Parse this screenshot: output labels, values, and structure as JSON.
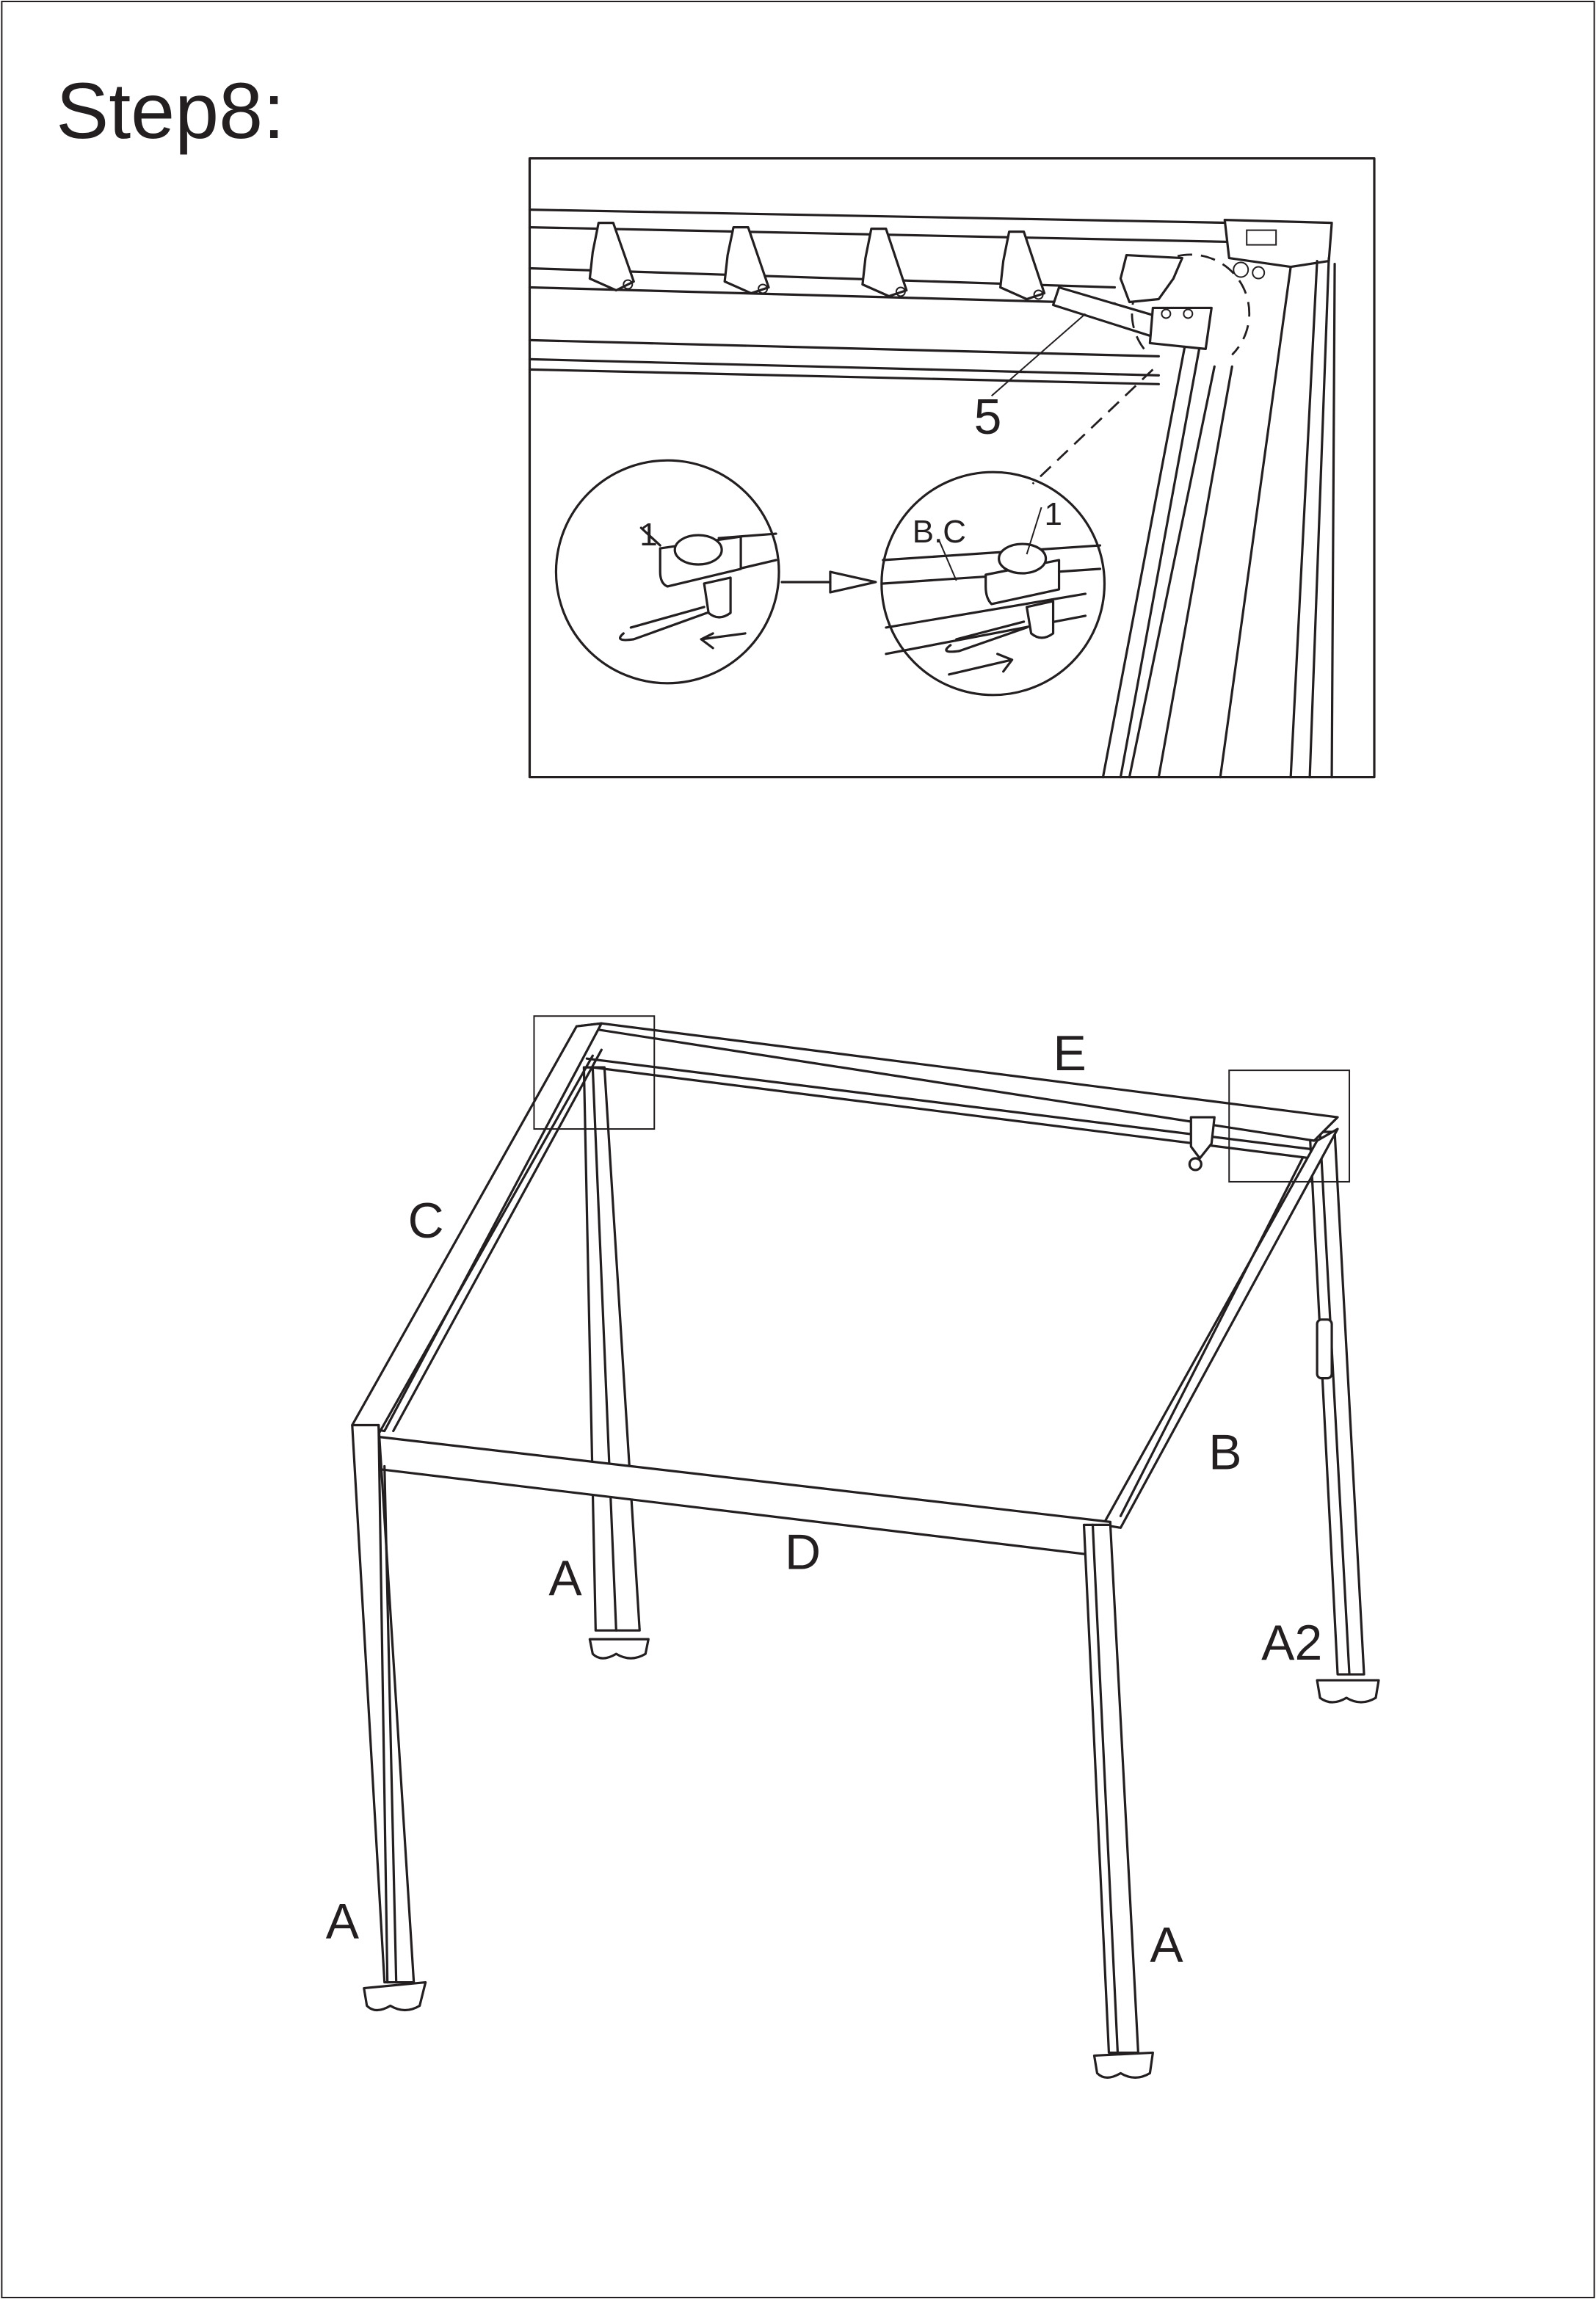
{
  "step_title": "Step8:",
  "detail_inset": {
    "part_callout": "5",
    "before_circle": {
      "part_label": "1"
    },
    "after_circle": {
      "part_label": "1",
      "beam_label": "B.C"
    }
  },
  "frame_labels": {
    "top_beam": "E",
    "left_beam": "C",
    "right_beam": "B",
    "front_beam": "D",
    "back_left_post": "A",
    "front_left_post": "A",
    "front_right_post": "A",
    "back_right_post": "A2"
  }
}
